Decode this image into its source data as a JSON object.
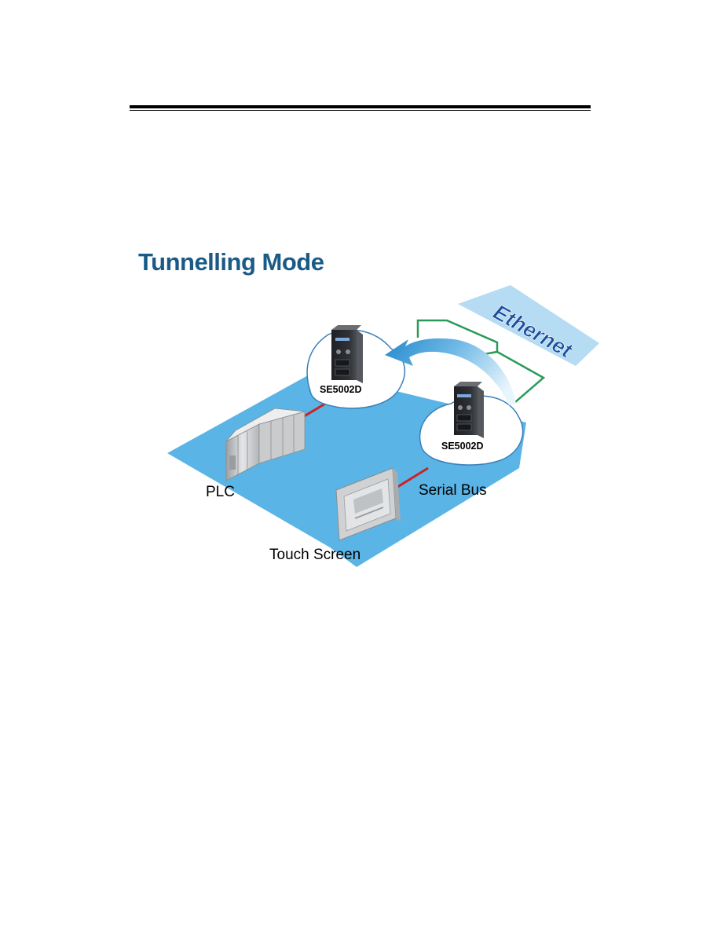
{
  "title": "Tunnelling Mode",
  "labels": {
    "ethernet": "Ethernet",
    "device_top": "SE5002D",
    "device_right": "SE5002D",
    "plc": "PLC",
    "serial_bus": "Serial Bus",
    "touch_screen": "Touch Screen"
  },
  "colors": {
    "title": "#1a5a86",
    "floor": "#5ab4e6",
    "ethernet_band": "#b5dcf2",
    "ethernet_text": "#1c4fa0",
    "ethernet_line": "#2a9a5a",
    "serial_line": "#cc2222",
    "arrow": "#2e8fd0"
  }
}
